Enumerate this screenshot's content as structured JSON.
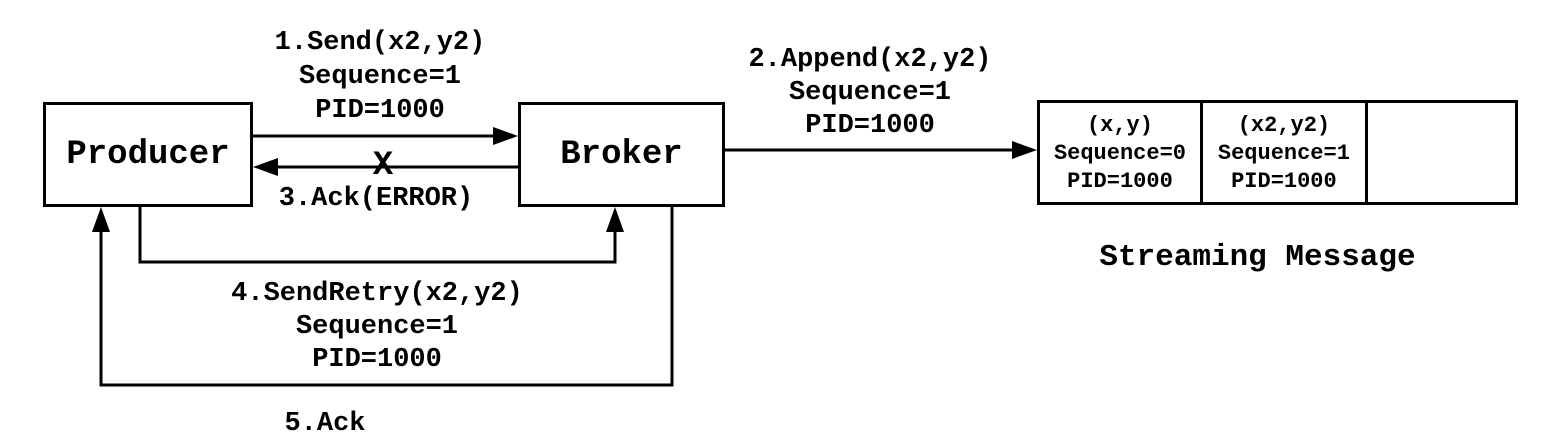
{
  "diagram": {
    "background": "#ffffff",
    "ink": "#000000"
  },
  "nodes": {
    "producer": {
      "label": "Producer"
    },
    "broker": {
      "label": "Broker"
    }
  },
  "messages": {
    "send": {
      "label": "1.Send(x2,y2)\nSequence=1\nPID=1000"
    },
    "append": {
      "label": "2.Append(x2,y2)\nSequence=1\nPID=1000"
    },
    "ack_error": {
      "label": "3.Ack(ERROR)",
      "failure_mark": "X"
    },
    "send_retry": {
      "label": "4.SendRetry(x2,y2)\nSequence=1\nPID=1000"
    },
    "ack": {
      "label": "5.Ack"
    }
  },
  "stream": {
    "caption": "Streaming Message",
    "slots": [
      "(x,y)\nSequence=0\nPID=1000",
      "(x2,y2)\nSequence=1\nPID=1000",
      ""
    ]
  }
}
